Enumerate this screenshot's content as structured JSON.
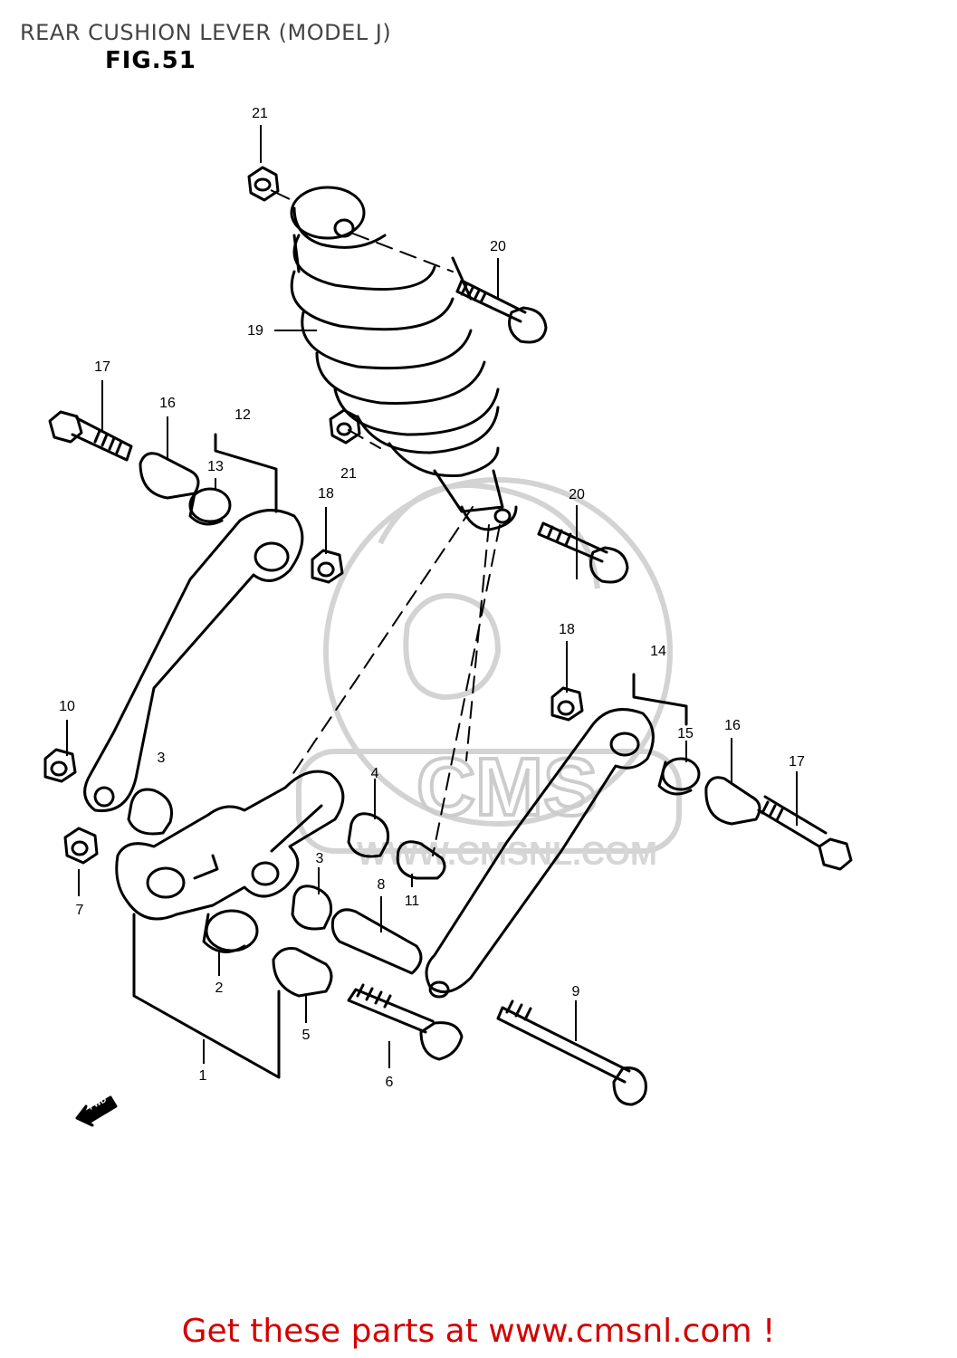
{
  "header": {
    "title": "REAR CUSHION LEVER (MODEL J)",
    "figure": "FIG.51"
  },
  "watermark": {
    "brand": "CMS",
    "url": "WWW.CMSNL.COM"
  },
  "fwd_label": "FWD",
  "callouts": [
    {
      "id": "c21a",
      "text": "21"
    },
    {
      "id": "c20a",
      "text": "20"
    },
    {
      "id": "c19",
      "text": "19"
    },
    {
      "id": "c17a",
      "text": "17"
    },
    {
      "id": "c16a",
      "text": "16"
    },
    {
      "id": "c12",
      "text": "12"
    },
    {
      "id": "c13",
      "text": "13"
    },
    {
      "id": "c21b",
      "text": "21"
    },
    {
      "id": "c18a",
      "text": "18"
    },
    {
      "id": "c20b",
      "text": "20"
    },
    {
      "id": "c18b",
      "text": "18"
    },
    {
      "id": "c14",
      "text": "14"
    },
    {
      "id": "c15",
      "text": "15"
    },
    {
      "id": "c16b",
      "text": "16"
    },
    {
      "id": "c17b",
      "text": "17"
    },
    {
      "id": "c10",
      "text": "10"
    },
    {
      "id": "c3a",
      "text": "3"
    },
    {
      "id": "c4",
      "text": "4"
    },
    {
      "id": "c7",
      "text": "7"
    },
    {
      "id": "c3b",
      "text": "3"
    },
    {
      "id": "c8",
      "text": "8"
    },
    {
      "id": "c11",
      "text": "11"
    },
    {
      "id": "c2",
      "text": "2"
    },
    {
      "id": "c5",
      "text": "5"
    },
    {
      "id": "c9",
      "text": "9"
    },
    {
      "id": "c1",
      "text": "1"
    },
    {
      "id": "c6",
      "text": "6"
    }
  ],
  "footer": {
    "cta": "Get these parts at www.cmsnl.com !"
  },
  "colors": {
    "line": "#000000",
    "cta": "#d40000",
    "watermark": "#cccccc"
  }
}
